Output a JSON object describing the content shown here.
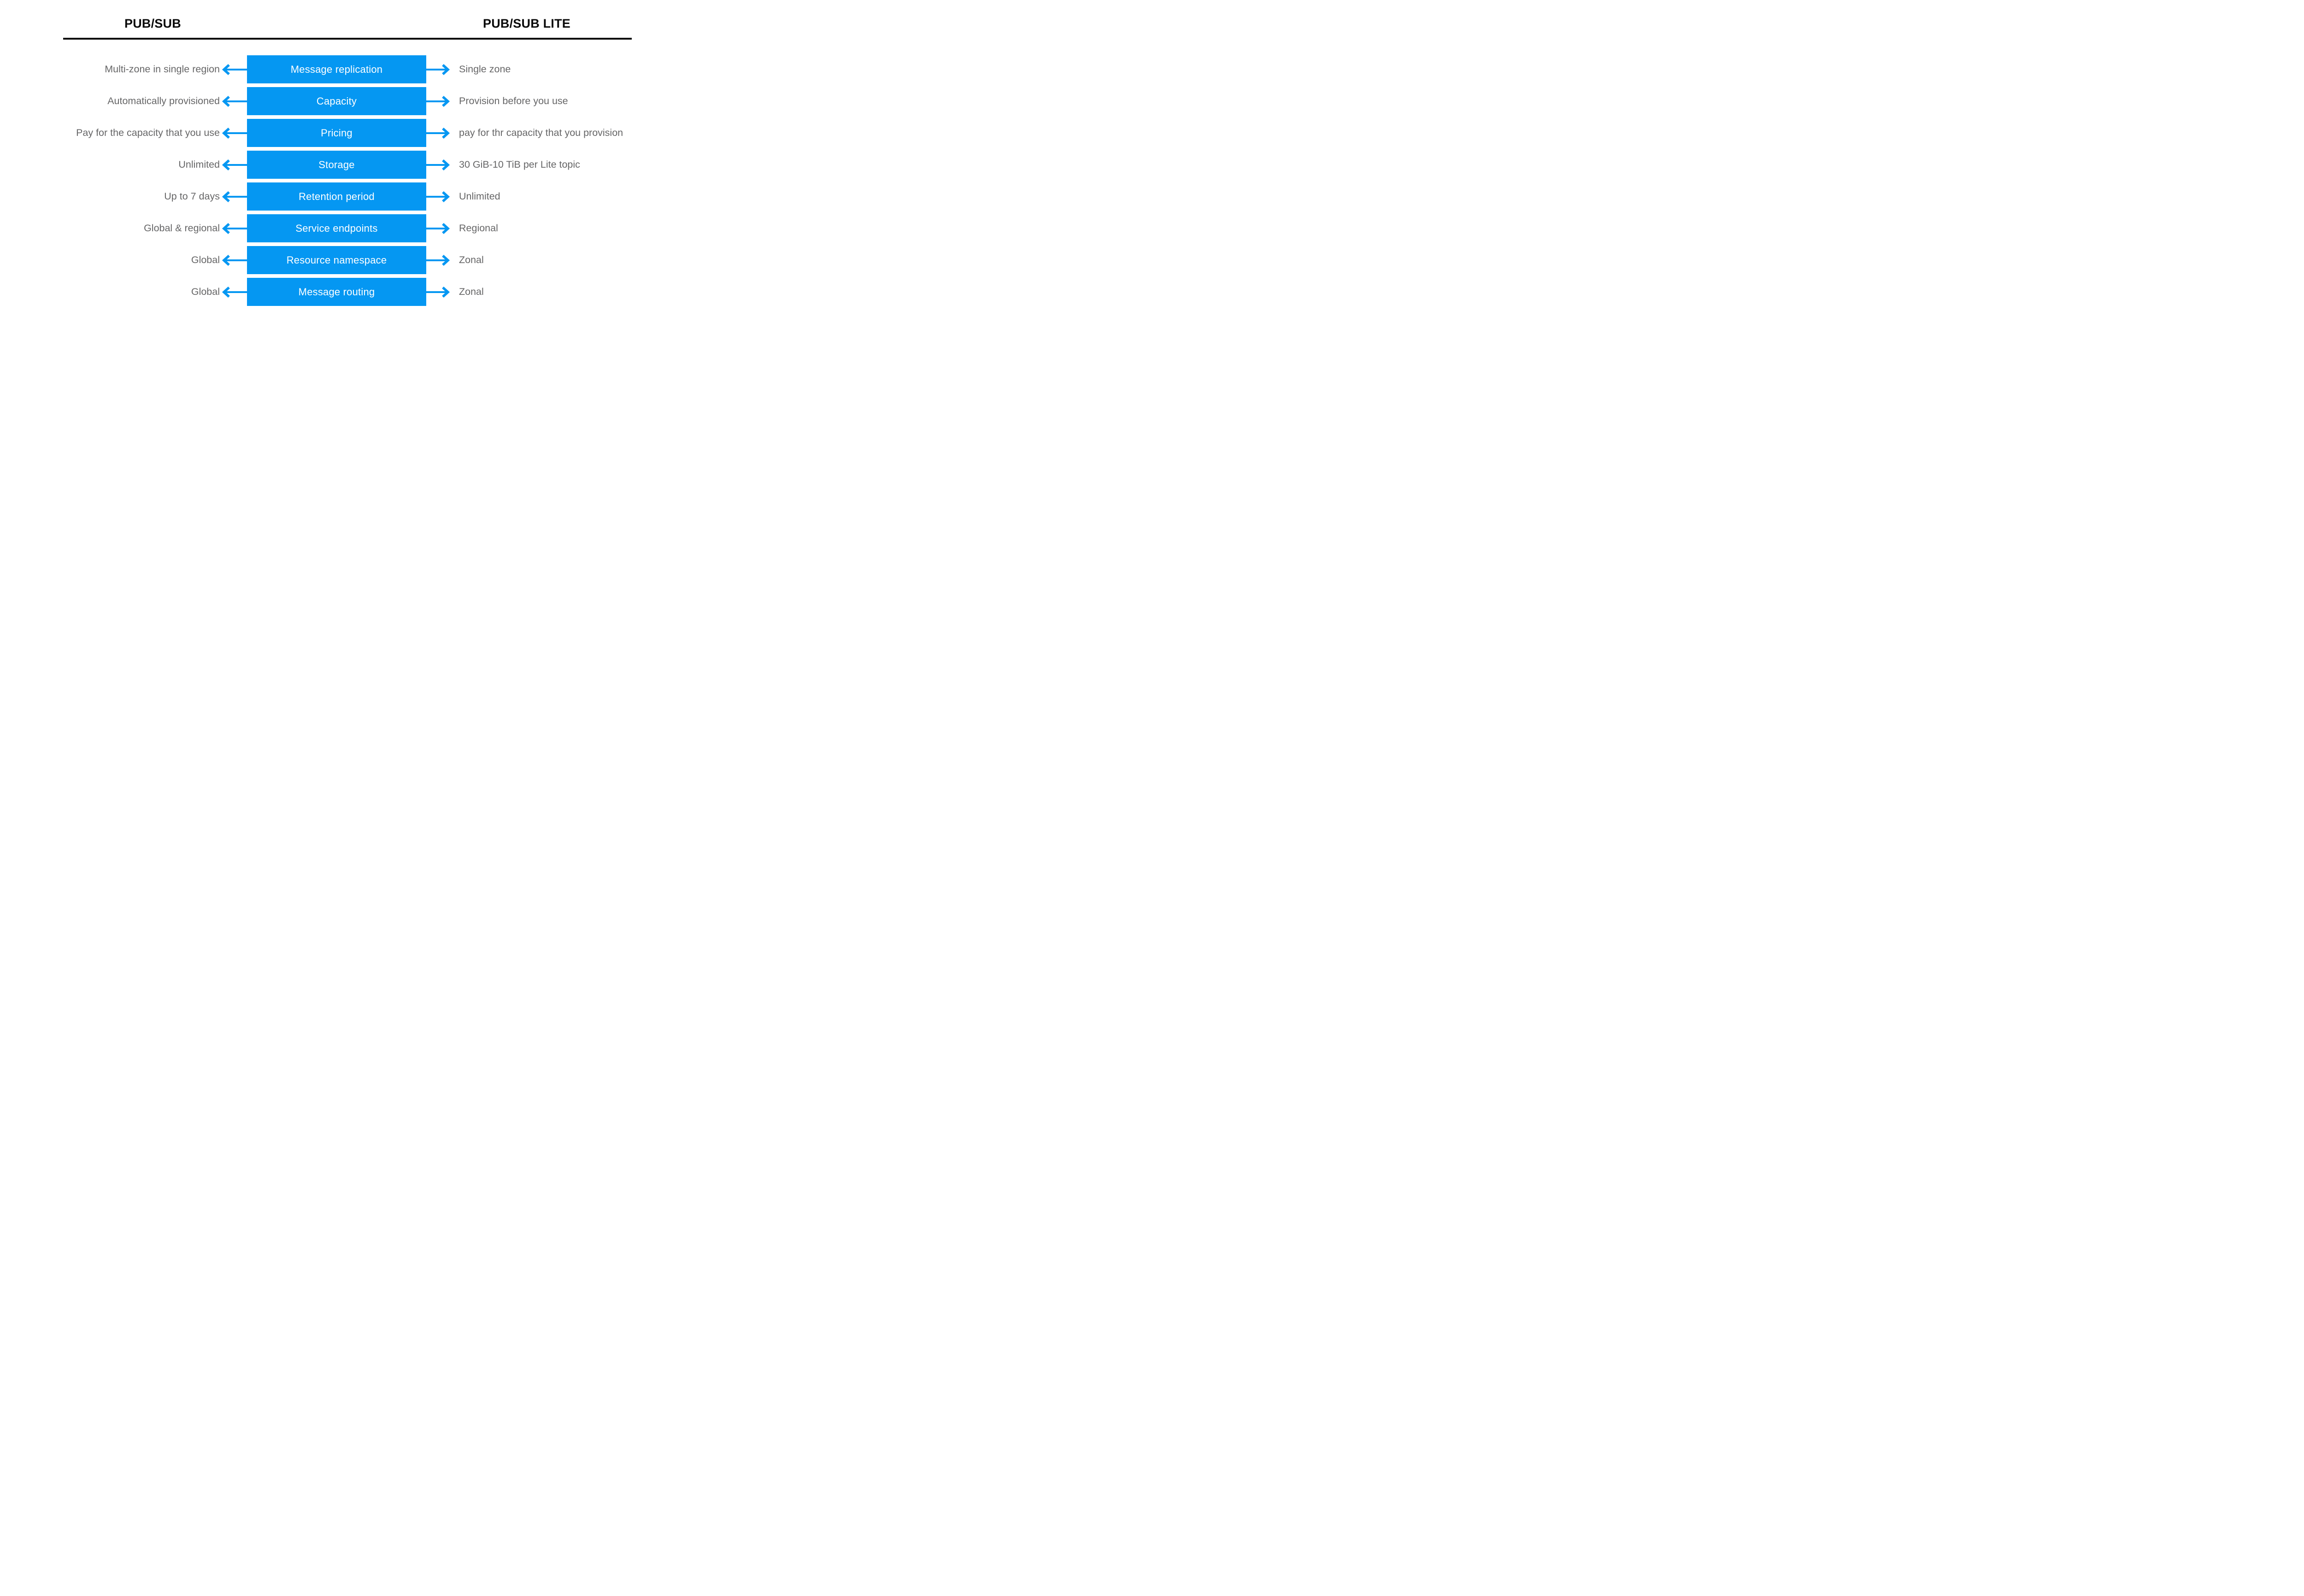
{
  "header": {
    "left_title": "PUB/SUB",
    "right_title": "PUB/SUB LITE"
  },
  "colors": {
    "accent_blue": "#0597f2",
    "value_text_gray": "#666667",
    "header_black": "#0a0a0a",
    "box_text_white": "#ffffff"
  },
  "rows": [
    {
      "feature": "Message replication",
      "pubsub": "Multi-zone in single region",
      "pubsub_lite": "Single zone"
    },
    {
      "feature": "Capacity",
      "pubsub": "Automatically provisioned",
      "pubsub_lite": "Provision before you use"
    },
    {
      "feature": "Pricing",
      "pubsub": "Pay for the capacity that you use",
      "pubsub_lite": "pay for thr capacity that you provision"
    },
    {
      "feature": "Storage",
      "pubsub": "Unlimited",
      "pubsub_lite": "30 GiB-10 TiB per Lite topic"
    },
    {
      "feature": "Retention period",
      "pubsub": "Up to 7 days",
      "pubsub_lite": "Unlimited"
    },
    {
      "feature": "Service endpoints",
      "pubsub": "Global & regional",
      "pubsub_lite": "Regional"
    },
    {
      "feature": "Resource namespace",
      "pubsub": "Global",
      "pubsub_lite": "Zonal"
    },
    {
      "feature": "Message routing",
      "pubsub": "Global",
      "pubsub_lite": "Zonal"
    }
  ]
}
